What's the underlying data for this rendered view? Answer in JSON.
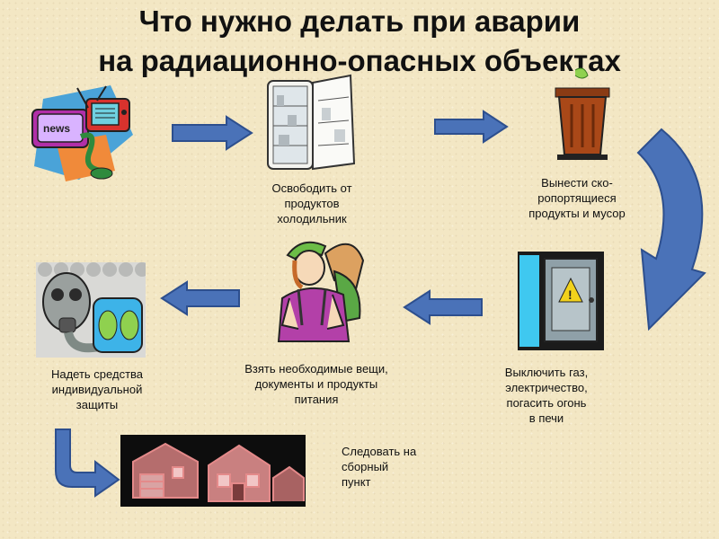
{
  "title": {
    "line1": "Что нужно делать при аварии",
    "line2": "на радиационно-опасных объектах"
  },
  "steps": [
    {
      "label": "Освободить от\nпродуктов\nхолодильник",
      "icon": "fridge-icon"
    },
    {
      "label": "Вынести ско-\nропортящиеся\nпродукты и мусор",
      "icon": "trash-bin-icon"
    },
    {
      "label": "Выключить газ,\nэлектричество,\nпогасить огонь\nв печи",
      "icon": "electric-panel-icon"
    },
    {
      "label": "Взять необходимые вещи,\nдокументы и продукты\nпитания",
      "icon": "hiker-icon"
    },
    {
      "label": "Надеть средства\nиндивидуальной\nзащиты",
      "icon": "gas-mask-icon"
    },
    {
      "label": "Следовать на\nсборный\nпункт",
      "icon": "houses-icon"
    }
  ],
  "start_icon": "news-tv-icon",
  "colors": {
    "arrow_fill": "#4a72b8",
    "arrow_stroke": "#2d4f8e",
    "background": "#f3e7c4"
  }
}
